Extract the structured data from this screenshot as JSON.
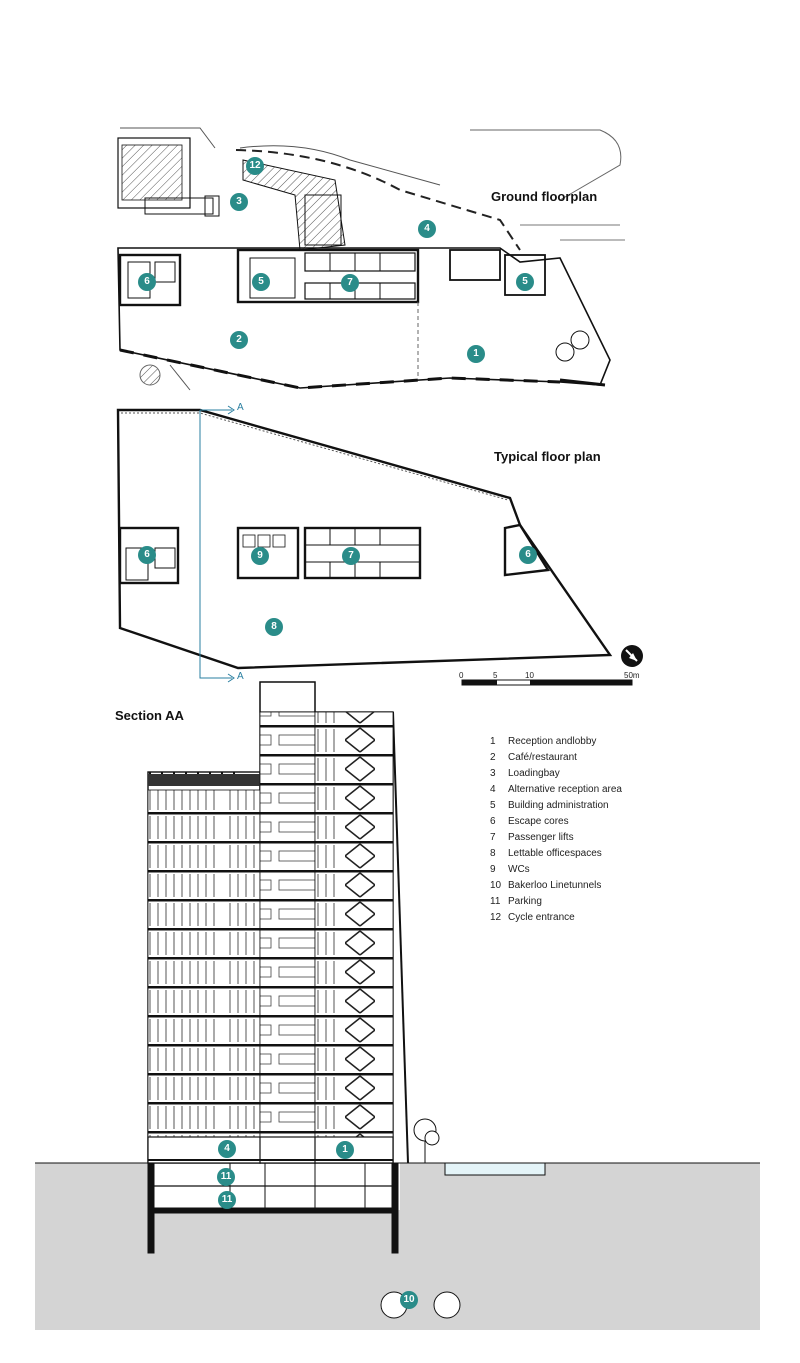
{
  "titles": {
    "ground": "Ground floorplan",
    "typical": "Typical floor plan",
    "section": "Section AA"
  },
  "section_markers": {
    "top": "A",
    "bottom": "A"
  },
  "scale": {
    "t0": "0",
    "t5": "5",
    "t10": "10",
    "t50": "50m"
  },
  "legend": [
    {
      "num": "1",
      "label": "Reception andlobby"
    },
    {
      "num": "2",
      "label": "Café/restaurant"
    },
    {
      "num": "3",
      "label": "Loadingbay"
    },
    {
      "num": "4",
      "label": "Alternative reception area"
    },
    {
      "num": "5",
      "label": "Building administration"
    },
    {
      "num": "6",
      "label": "Escape cores"
    },
    {
      "num": "7",
      "label": "Passenger lifts"
    },
    {
      "num": "8",
      "label": "Lettable officespaces"
    },
    {
      "num": "9",
      "label": "WCs"
    },
    {
      "num": "10",
      "label": "Bakerloo Linetunnels"
    },
    {
      "num": "11",
      "label": "Parking"
    },
    {
      "num": "12",
      "label": "Cycle entrance"
    }
  ],
  "markers": {
    "ground": [
      "12",
      "3",
      "4",
      "6",
      "5",
      "7",
      "5",
      "2",
      "1"
    ],
    "typical": [
      "6",
      "9",
      "7",
      "6",
      "8"
    ],
    "section": [
      "4",
      "1",
      "11",
      "11",
      "10"
    ]
  },
  "colors": {
    "accent": "#2a8c89",
    "section_line": "#2a7fa0",
    "ground": "#d4d4d4"
  }
}
